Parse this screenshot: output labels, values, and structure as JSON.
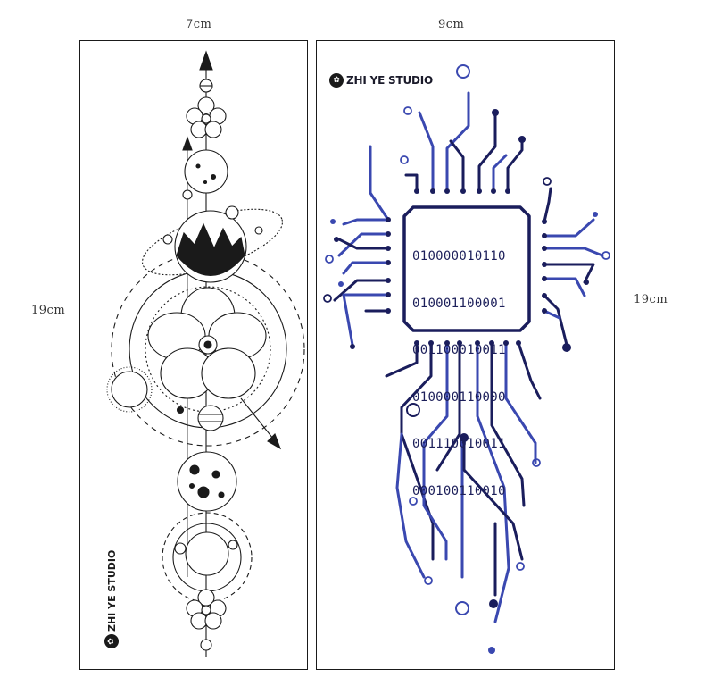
{
  "dimensions": {
    "left_width": "7cm",
    "right_width": "9cm",
    "left_height": "19cm",
    "right_height": "19cm"
  },
  "brand": {
    "name": "ZHI YE STUDIO",
    "logo_icon": "panda-badge-icon"
  },
  "chip": {
    "binary_rows": [
      "010000010110",
      "010001100001",
      "001100010011",
      "010000110000",
      "001110010011",
      "000100110010"
    ]
  },
  "colors": {
    "circuit_blue": "#3a48b0",
    "circuit_navy": "#1a1d5c",
    "line_art": "#1a1a1a"
  }
}
